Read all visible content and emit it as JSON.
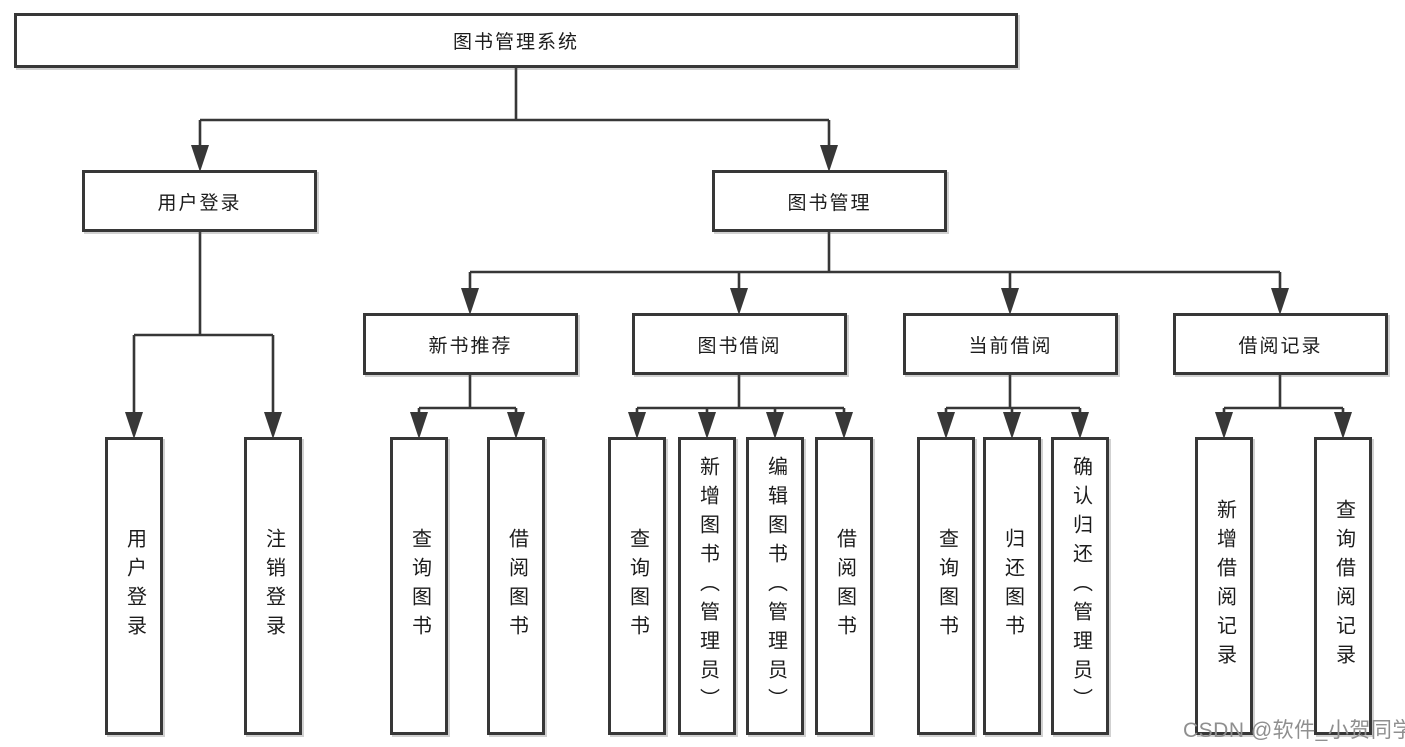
{
  "tree": {
    "label": "图书管理系统",
    "children": [
      {
        "label": "用户登录",
        "children": [
          {
            "label": "用户登录"
          },
          {
            "label": "注销登录"
          }
        ]
      },
      {
        "label": "图书管理",
        "children": [
          {
            "label": "新书推荐",
            "children": [
              {
                "label": "查询图书"
              },
              {
                "label": "借阅图书"
              }
            ]
          },
          {
            "label": "图书借阅",
            "children": [
              {
                "label": "查询图书"
              },
              {
                "label": "新增图书（管理员）"
              },
              {
                "label": "编辑图书（管理员）"
              },
              {
                "label": "借阅图书"
              }
            ]
          },
          {
            "label": "当前借阅",
            "children": [
              {
                "label": "查询图书"
              },
              {
                "label": "归还图书"
              },
              {
                "label": "确认归还（管理员）"
              }
            ]
          },
          {
            "label": "借阅记录",
            "children": [
              {
                "label": "新增借阅记录"
              },
              {
                "label": "查询借阅记录"
              }
            ]
          }
        ]
      }
    ]
  },
  "watermark": {
    "text": "CSDN @软件_小贺同学"
  },
  "colors": {
    "line": "#373737",
    "box_border": "#373737",
    "box_background": "#ffffff",
    "text": "#1c1c1c",
    "watermark": "#8f8f8f",
    "background": "#ffffff"
  }
}
